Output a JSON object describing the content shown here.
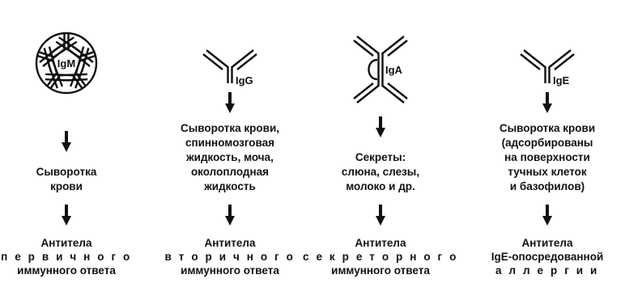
{
  "columns": [
    {
      "id": "igm",
      "label": "IgM",
      "location": [
        "Сыворотка",
        "крови"
      ],
      "response": [
        "Антитела",
        "п е р в и ч н о г о",
        "иммунного ответа"
      ]
    },
    {
      "id": "igg",
      "label": "IgG",
      "location": [
        "Сыворотка крови,",
        "спинномозговая",
        "жидкость, моча,",
        "околоплодная",
        "жидкость"
      ],
      "response": [
        "Антитела",
        "в т о р и ч н о г о",
        "иммунного ответа"
      ]
    },
    {
      "id": "iga",
      "label": "IgA",
      "location": [
        "Секреты:",
        "слюна, слезы,",
        "молоко и др."
      ],
      "response": [
        "Антитела",
        "с е к р е т о р н о г о",
        "иммунного ответа"
      ]
    },
    {
      "id": "ige",
      "label": "IgE",
      "location": [
        "Сыворотка крови",
        "(адсорбированы",
        "на поверхности",
        "тучных клеток",
        "и базофилов)"
      ],
      "response": [
        "Антитела",
        "IgE-опосредованной",
        "а л л е р г и и"
      ]
    }
  ],
  "colors": {
    "ink": "#111111",
    "background": "#ffffff"
  }
}
